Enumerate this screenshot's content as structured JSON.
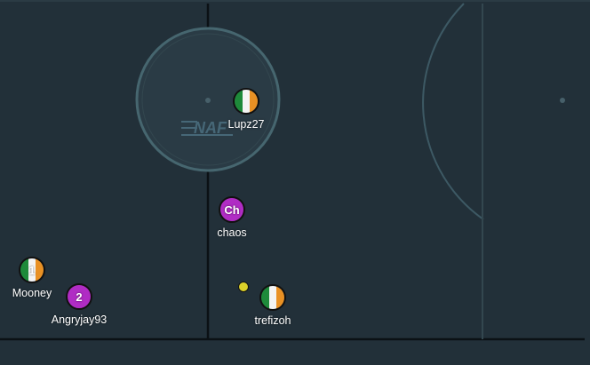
{
  "colors": {
    "pitch": "#223039",
    "line_dark": "#0b1115",
    "line_light": "#3d5964",
    "team_green": "#1e8a3a",
    "team_white": "#f4f4f4",
    "team_orange": "#e99124",
    "team_purple": "#b02cc4"
  },
  "watermark_logo": "NAF",
  "players": [
    {
      "name": "Lupz27",
      "avatar": "",
      "kit": "tricolor"
    },
    {
      "name": "chaos",
      "avatar": "Ch",
      "kit": "purple"
    },
    {
      "name": "Mooney",
      "avatar": "1",
      "kit": "tricolor"
    },
    {
      "name": "Angryjay93",
      "avatar": "2",
      "kit": "purple"
    },
    {
      "name": "trefizoh",
      "avatar": "",
      "kit": "tricolor"
    }
  ],
  "ball": {
    "icon": "ball-icon"
  }
}
